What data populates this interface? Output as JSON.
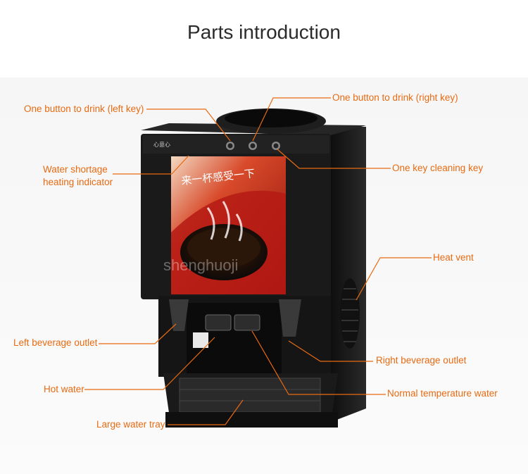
{
  "title": "Parts introduction",
  "watermark": "shenghuoji",
  "machine": {
    "brand_text": "心意心",
    "poster_slogan": "来一杯感受一下"
  },
  "labels": [
    {
      "id": "left-key",
      "text": "One button to drink (left key)"
    },
    {
      "id": "right-key",
      "text": "One button to drink (right key)"
    },
    {
      "id": "cleaning-key",
      "text": "One key cleaning key"
    },
    {
      "id": "water-indicator-1",
      "text": "Water shortage"
    },
    {
      "id": "water-indicator-2",
      "text": "heating indicator"
    },
    {
      "id": "heat-vent",
      "text": "Heat vent"
    },
    {
      "id": "left-outlet",
      "text": "Left beverage outlet"
    },
    {
      "id": "right-outlet",
      "text": "Right beverage outlet"
    },
    {
      "id": "hot-water",
      "text": "Hot water"
    },
    {
      "id": "normal-water",
      "text": "Normal temperature water"
    },
    {
      "id": "water-tray",
      "text": "Large water tray"
    }
  ],
  "colors": {
    "accent": "#e86a12",
    "machine_body": "#1a1a1a",
    "poster_red": "#b51a14"
  }
}
